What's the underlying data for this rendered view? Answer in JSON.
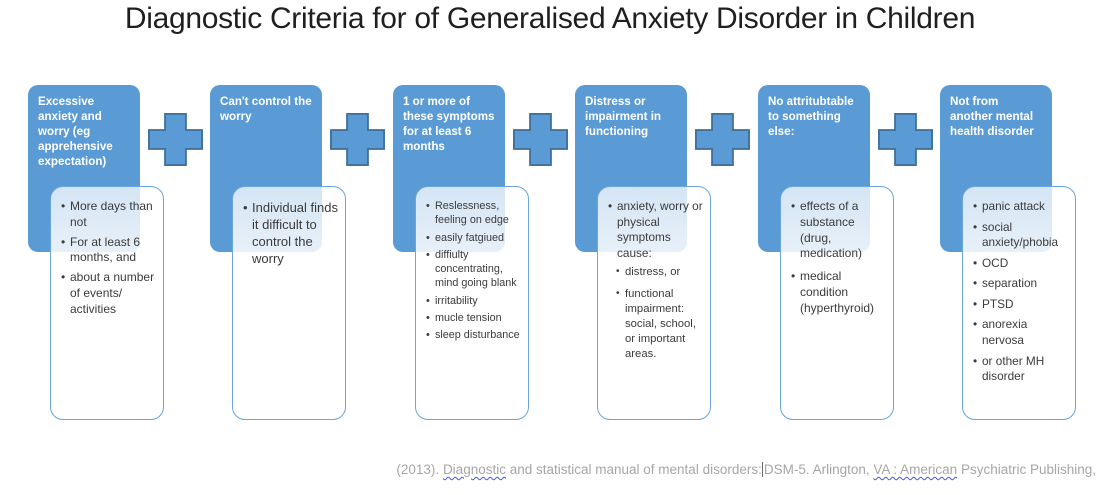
{
  "title": "Diagnostic Criteria for of Generalised Anxiety Disorder in Children",
  "columns": [
    {
      "header": "Excessive anxiety and worry (eg apprehensive expectation)",
      "bullets": [
        "More days than not",
        "For at least 6 months, and",
        "about a number of events/ activities"
      ]
    },
    {
      "header": "Can't control the worry",
      "bullets": [
        "Individual finds it difficult to control the worry"
      ]
    },
    {
      "header": "1 or more of these symptoms for at least 6 months",
      "bullets": [
        "Reslessness, feeling on edge",
        "easily fatgiued",
        "diffiulty concentrating, mind going blank",
        "irritability",
        "mucle tension",
        "sleep disturbance"
      ]
    },
    {
      "header": "Distress or impairment in functioning",
      "bullets": [
        "anxiety, worry or physical symptoms cause:"
      ],
      "subbullets": [
        "distress, or",
        "functional impairment: social, school, or important areas."
      ]
    },
    {
      "header": "No attritubtable to something else:",
      "bullets": [
        "effects of a substance (drug, medication)",
        "medical condition (hyperthyroid)"
      ]
    },
    {
      "header": "Not from another mental health disorder",
      "bullets": [
        "panic attack",
        "social anxiety/phobia",
        "OCD",
        "separation",
        "PTSD",
        "anorexia nervosa",
        "or other MH disorder"
      ]
    }
  ],
  "connector": {
    "icon": "plus-cross-icon",
    "count": 5,
    "fill": "#5B9BD5",
    "stroke": "#41719C"
  },
  "colors": {
    "accent_blue": "#5B9BD5",
    "accent_dark_blue": "#41719C",
    "detail_box_border": "#6AA5DE",
    "header_text": "#FFFFFF",
    "body_text": "#3B3B3B",
    "citation_text": "#A6A6A6",
    "spellcheck_squiggle": "#4355F0"
  },
  "footer": {
    "text_before": "(2013). ",
    "misspelled_1": "Diagnostic",
    "text_mid": " and statistical manual of mental disorders:",
    "text_after": "DSM-5. Arlington, ",
    "misspelled_2": "VA : American",
    "text_end": " Psychiatric Publishing,"
  }
}
